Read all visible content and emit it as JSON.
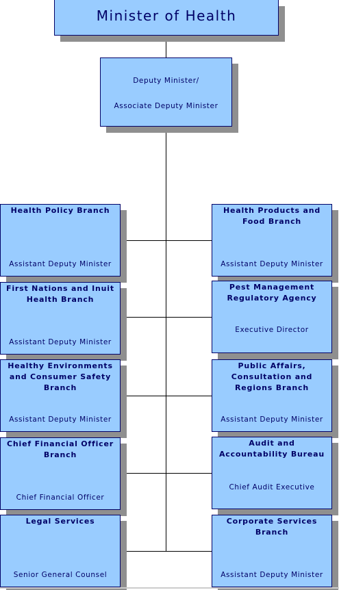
{
  "top": {
    "title": "Minister of Health"
  },
  "deputy": {
    "line1": "Deputy Minister/",
    "line2": "Associate Deputy Minister"
  },
  "left_branches": [
    {
      "title": "Health Policy Branch",
      "head": "Assistant Deputy Minister"
    },
    {
      "title": "First Nations and Inuit Health Branch",
      "head": "Assistant Deputy Minister"
    },
    {
      "title": "Healthy Environments and Consumer Safety Branch",
      "head": "Assistant Deputy Minister"
    },
    {
      "title": "Chief Financial Officer Branch",
      "head": "Chief Financial Officer"
    },
    {
      "title": "Legal Services",
      "head": "Senior General Counsel"
    }
  ],
  "right_branches": [
    {
      "title": "Health Products and Food Branch",
      "head": "Assistant Deputy Minister"
    },
    {
      "title": "Pest Management Regulatory Agency",
      "head": "Executive Director"
    },
    {
      "title": "Public Affairs, Consultation and Regions Branch",
      "head": "Assistant Deputy Minister"
    },
    {
      "title": "Audit and Accountability Bureau",
      "head": "Chief Audit Executive"
    },
    {
      "title": "Corporate Services Branch",
      "head": "Assistant Deputy Minister"
    }
  ],
  "colors": {
    "box_fill": "#99ccff",
    "box_border": "#000066",
    "text": "#000066",
    "shadow": "#8f8f8f"
  }
}
